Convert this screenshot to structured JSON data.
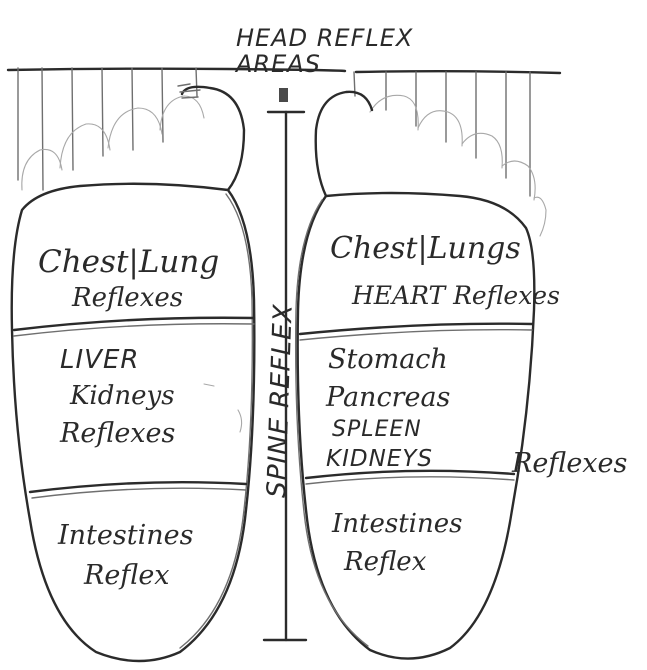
{
  "head_label": {
    "line1": "HEAD REFLEX",
    "line2": "AREAS"
  },
  "spine_label": "SPINE REFLEX",
  "left_foot": {
    "zone1": [
      "Chest|Lung",
      "Reflexes"
    ],
    "zone2": [
      "LIVER",
      "Kidneys",
      "Reflexes"
    ],
    "zone3": [
      "Intestines",
      "Reflex"
    ]
  },
  "right_foot": {
    "zone1": [
      "Chest|Lungs",
      "HEART Reflexes"
    ],
    "zone2": [
      "Stomach",
      "Pancreas",
      "SPLEEN",
      "KIDNEYS"
    ],
    "zone2_side": "Reflexes",
    "zone3": [
      "Intestines",
      "Reflex"
    ]
  }
}
